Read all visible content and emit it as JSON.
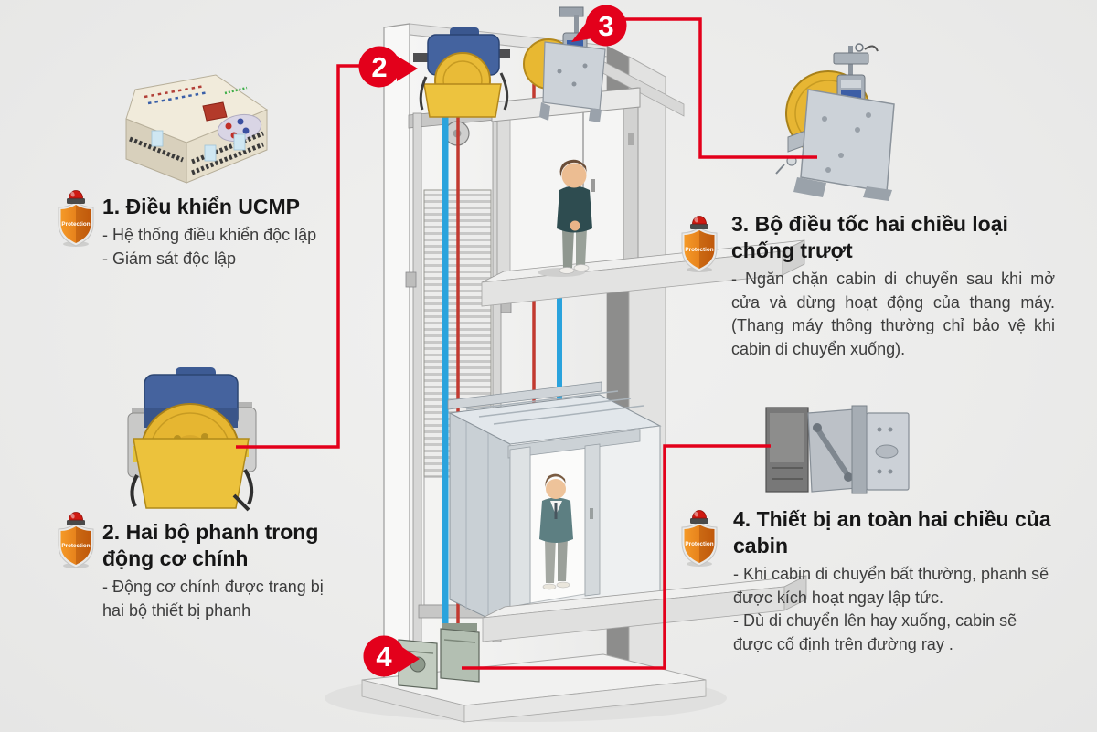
{
  "page": {
    "background": "#ededec",
    "accent_red": "#e3001b",
    "shield_orange": "#e87a1e",
    "rope_blue": "#2aa3dd",
    "rail_red": "#c23a30",
    "machine_yellow": "#e6b631",
    "heading_color": "#161616",
    "body_color": "#3c3c3c"
  },
  "shield_label": "Protection",
  "callouts": [
    {
      "number": "2"
    },
    {
      "number": "3"
    },
    {
      "number": "4"
    }
  ],
  "items": [
    {
      "heading": "1. Điều khiển UCMP",
      "bullets": [
        "- Hệ thống điều khiển độc lập",
        "- Giám sát độc lập"
      ]
    },
    {
      "heading": "2. Hai bộ phanh trong động cơ chính",
      "bullets": [
        "- Động cơ chính được trang bị hai bộ thiết bị phanh"
      ]
    },
    {
      "heading": "3. Bộ điều tốc hai chiều loại chống trượt",
      "bullets": [
        "- Ngăn chặn cabin di chuyển sau khi mở cửa và dừng hoạt động của thang máy. (Thang máy thông thường chỉ bảo vệ khi cabin di chuyển xuống)."
      ]
    },
    {
      "heading": "4. Thiết bị an toàn hai chiều của cabin",
      "bullets": [
        "- Khi cabin di chuyển bất thường, phanh sẽ được kích hoạt ngay lập tức.",
        "- Dù di chuyển lên hay xuống, cabin sẽ được cố định trên đường ray ."
      ]
    }
  ]
}
